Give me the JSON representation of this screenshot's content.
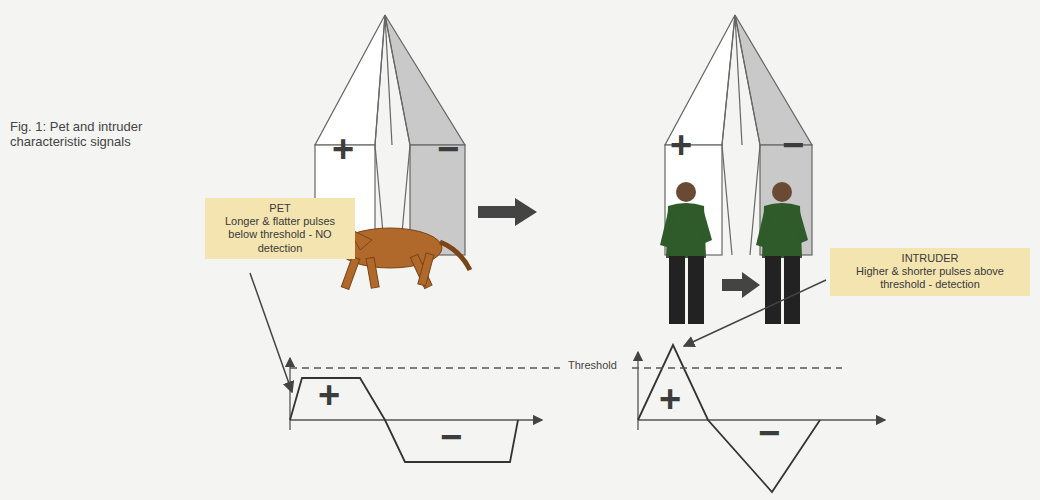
{
  "diagram": {
    "nodes": [
      {
        "text": [
          "PET",
          "Longer & flatter pulses below threshold - NO detection"
        ]
      },
      {
        "text": [
          "INTRUDER",
          "Higher & shorter pulses above threshold - detection"
        ]
      }
    ],
    "labels": [
      "Fig. 1: Pet and intruder characteristic signals",
      "Threshold",
      "+",
      "−",
      "+",
      "−",
      "+",
      "−",
      "+",
      "−"
    ]
  }
}
